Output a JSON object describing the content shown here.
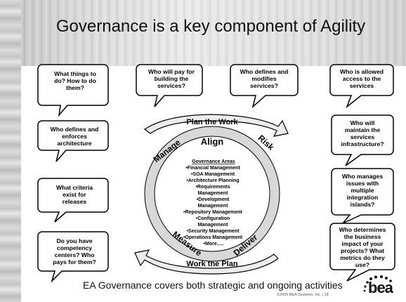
{
  "title": "Governance is a key component of Agility",
  "questions": {
    "things_to_do": [
      "What things to",
      "do? How to do",
      "them?"
    ],
    "who_pays": [
      "Who will pay for",
      "building the",
      "services?"
    ],
    "who_modifies": [
      "Who defines and",
      "modifies",
      "services?"
    ],
    "access": [
      "Who is allowed",
      "access to the",
      "services"
    ],
    "enforces_arch": [
      "Who defines and",
      "enforces",
      "architecture"
    ],
    "maintain_infra": [
      "Who will",
      "maintain the",
      "services",
      "infrastructure?"
    ],
    "criteria": [
      "What criteria",
      "exist for",
      "releases"
    ],
    "manages_issues": [
      "Who manages",
      "issues with",
      "multiple",
      "integration",
      "islands?"
    ],
    "competency": [
      "Do you have",
      "competency",
      "centers? Who",
      "pays for them?"
    ],
    "business_impact": [
      "Who determines",
      "the business",
      "impact of your",
      "projects? What",
      "metrics do they",
      "use?"
    ]
  },
  "cycle": {
    "plan_the_work": "Plan the Work",
    "work_the_plan": "Work the Plan",
    "align": "Align",
    "manage": "Manage",
    "risk": "Risk",
    "measure": "Measure",
    "deliver": "Deliver"
  },
  "governance_areas": {
    "heading": "Governance Areas",
    "lines": [
      "•Financial Management",
      "•SOA Management",
      "•Architecture Planning",
      "•Requirements",
      "Management",
      "•Development",
      "Management",
      "•Repository Management",
      "•Configuration",
      "Management",
      "•Security Management",
      "•Operations Management",
      "•More....."
    ]
  },
  "footer": "EA Governance covers both strategic and ongoing activities",
  "copyright": "©2005 BEA Systems, Inc.  |  18",
  "logo": "bea",
  "colors": {
    "background": "#ffffff",
    "text": "#000000",
    "bubble_fill": "#ffffff",
    "bubble_stroke": "#000000"
  }
}
